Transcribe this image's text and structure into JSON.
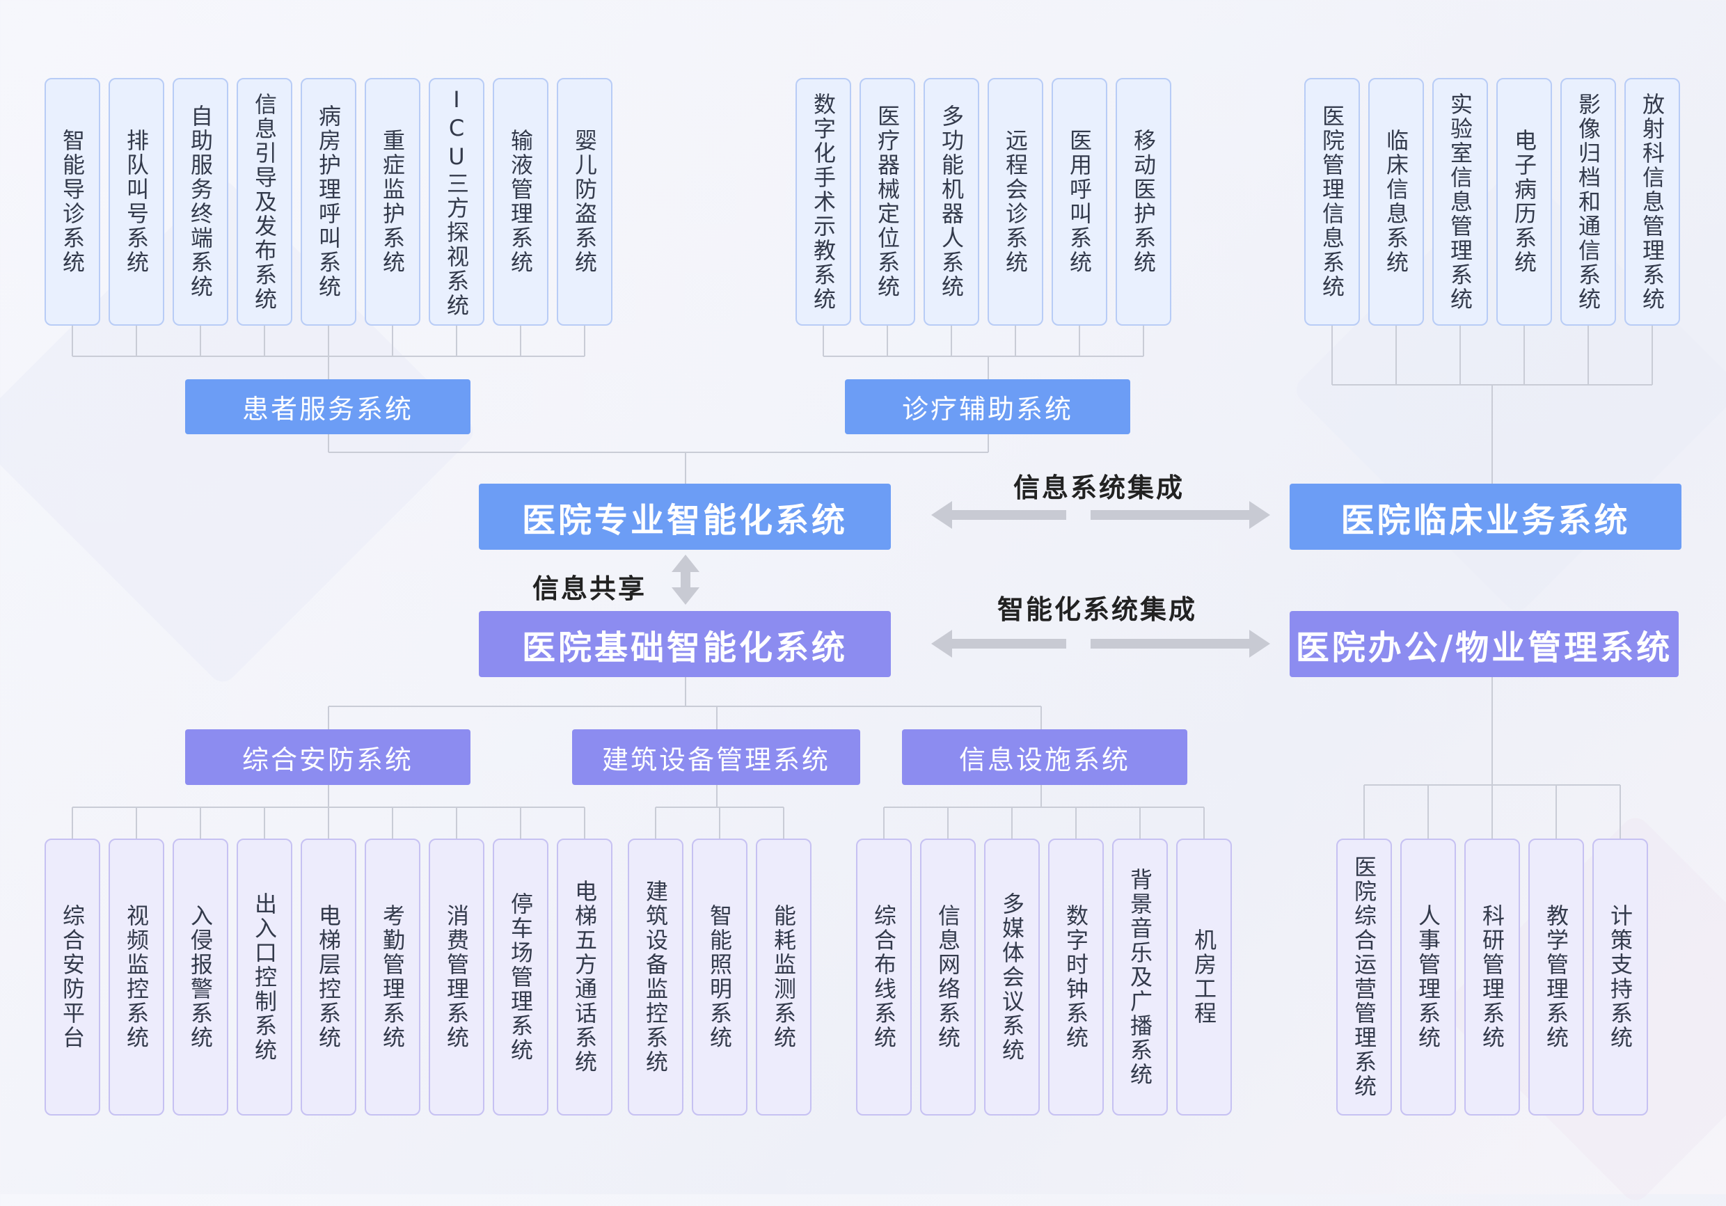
{
  "main_nodes": {
    "specialty": "医院专业智能化系统",
    "basic": "医院基础智能化系统",
    "clinical": "医院临床业务系统",
    "office": "医院办公/物业管理系统"
  },
  "group_nodes": {
    "patient_service": "患者服务系统",
    "diagnosis_aux": "诊疗辅助系统",
    "security": "综合安防系统",
    "building_equipment": "建筑设备管理系统",
    "info_facility": "信息设施系统"
  },
  "relation_labels": {
    "info_integration": "信息系统集成",
    "info_sharing": "信息共享",
    "smart_integration": "智能化系统集成"
  },
  "leaves": {
    "patient_service": [
      "智能导诊系统",
      "排队叫号系统",
      "自助服务终端系统",
      "信息引导及发布系统",
      "病房护理呼叫系统",
      "重症监护系统",
      "ICU三方探视系统",
      "输液管理系统",
      "婴儿防盗系统"
    ],
    "diagnosis_aux": [
      "数字化手术示教系统",
      "医疗器械定位系统",
      "多功能机器人系统",
      "远程会诊系统",
      "医用呼叫系统",
      "移动医护系统"
    ],
    "clinical": [
      "医院管理信息系统",
      "临床信息系统",
      "实验室信息管理系统",
      "电子病历系统",
      "影像归档和通信系统",
      "放射科信息管理系统"
    ],
    "security": [
      "综合安防平台",
      "视频监控系统",
      "入侵报警系统",
      "出入口控制系统",
      "电梯层控系统",
      "考勤管理系统",
      "消费管理系统",
      "停车场管理系统",
      "电梯五方通话系统"
    ],
    "building_equipment": [
      "建筑设备监控系统",
      "智能照明系统",
      "能耗监测系统"
    ],
    "info_facility": [
      "综合布线系统",
      "信息网络系统",
      "多媒体会议系统",
      "数字时钟系统",
      "背景音乐及广播系统",
      "机房工程"
    ],
    "office": [
      "医院综合运营管理系统",
      "人事管理系统",
      "科研管理系统",
      "教学管理系统",
      "计策支持系统"
    ]
  },
  "colors": {
    "blue_fill": "#6c9df5",
    "purple_fill": "#8c8cf0",
    "blue_leaf_bg": "#e9f0fe",
    "blue_leaf_border": "#b8ccf6",
    "purple_leaf_bg": "#edecfc",
    "purple_leaf_border": "#c6c1f2",
    "connector": "#c9ccd6",
    "arrow": "#c8cad3"
  }
}
